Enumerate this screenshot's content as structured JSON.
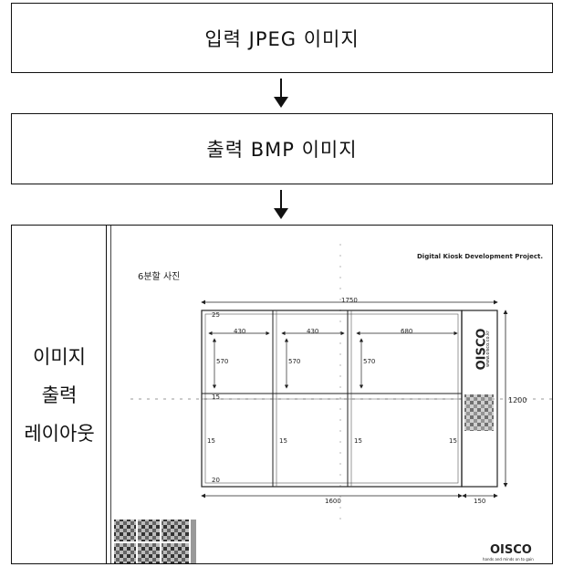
{
  "steps": {
    "input_label": "입력 JPEG 이미지",
    "output_label": "출력 BMP 이미지"
  },
  "layout_box": {
    "side_line1": "이미지",
    "side_line2": "출력",
    "side_line3": "레이아웃",
    "project_title": "Digital Kiosk Development Project.",
    "section_title": "6분할 사진",
    "dim_total_width": "1750",
    "dim_top_margin": "25",
    "dim_col1": "430",
    "dim_col2": "430",
    "dim_col3": "680",
    "dim_row_height1": "570",
    "dim_row_height2": "570",
    "dim_row_height3": "570",
    "dim_middle_gap": "15",
    "dim_total_height": "1200",
    "dim_gap_a": "15",
    "dim_gap_b": "15",
    "dim_gap_c": "15",
    "dim_gap_d": "15",
    "dim_bottom_margin": "20",
    "dim_photo_width": "1600",
    "dim_logo_width": "150",
    "logo_text": "OISCO",
    "logo_tagline": "www.oisco.co.kr",
    "footer_logo_text": "OISCO",
    "footer_tagline": "hands and minds on to gain"
  }
}
